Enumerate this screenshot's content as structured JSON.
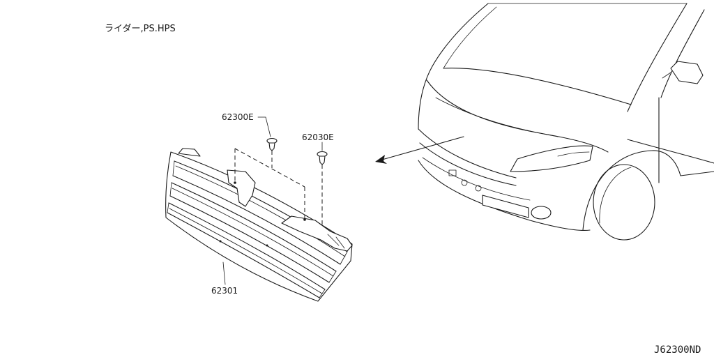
{
  "header": {
    "note": "ライダー,PS.HPS"
  },
  "callouts": [
    {
      "part_number": "62300E",
      "part": "clip"
    },
    {
      "part_number": "62030E",
      "part": "clip"
    },
    {
      "part_number": "62301",
      "part": "front-grille"
    }
  ],
  "footer": {
    "diagram_code": "J62300ND"
  }
}
